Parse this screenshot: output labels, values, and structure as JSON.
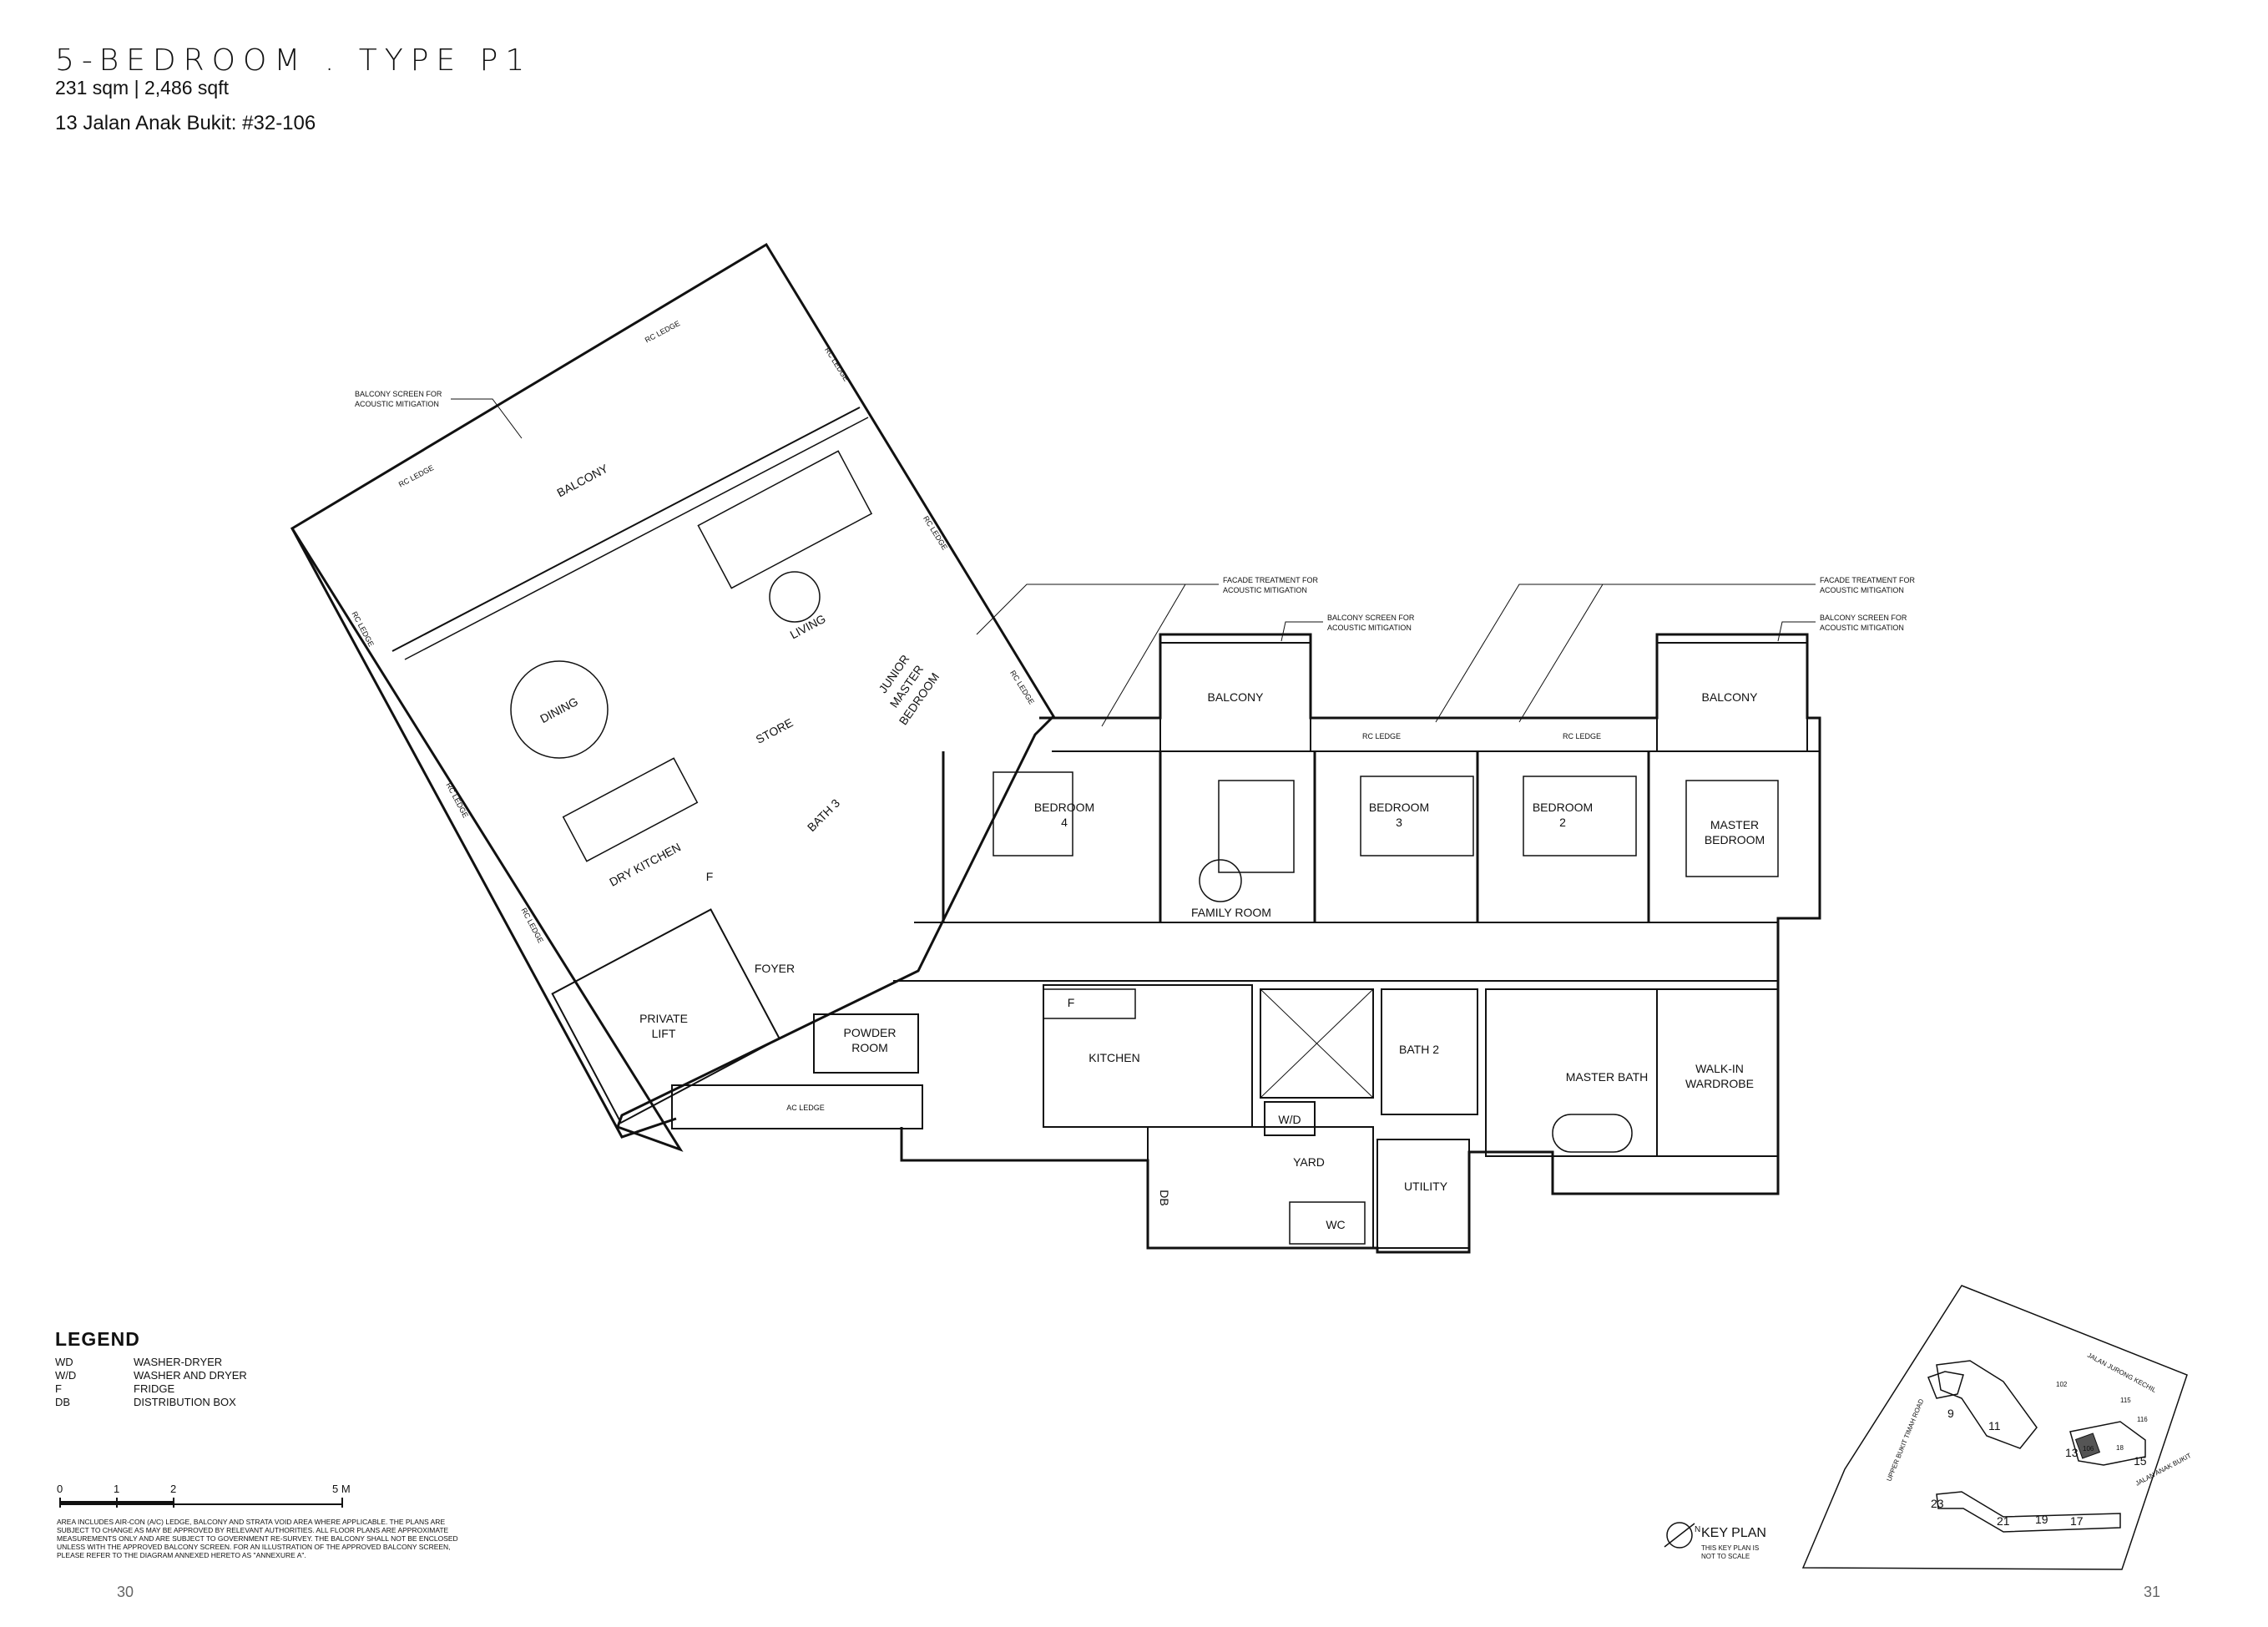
{
  "header": {
    "title": "5-BEDROOM . TYPE P1",
    "area": "231 sqm | 2,486 sqft",
    "address": "13 Jalan Anak Bukit: #32-106"
  },
  "rooms": {
    "balcony_main": "BALCONY",
    "living": "LIVING",
    "dining": "DINING",
    "dry_kitchen": "DRY KITCHEN",
    "store": "STORE",
    "bath3": "BATH 3",
    "junior_master_l1": "JUNIOR",
    "junior_master_l2": "MASTER",
    "junior_master_l3": "BEDROOM",
    "bedroom4_l1": "BEDROOM",
    "bedroom4_l2": "4",
    "balcony_family": "BALCONY",
    "family_room": "FAMILY ROOM",
    "bedroom3_l1": "BEDROOM",
    "bedroom3_l2": "3",
    "bedroom2_l1": "BEDROOM",
    "bedroom2_l2": "2",
    "balcony_master": "BALCONY",
    "master_bedroom_l1": "MASTER",
    "master_bedroom_l2": "BEDROOM",
    "foyer": "FOYER",
    "private_lift_l1": "PRIVATE",
    "private_lift_l2": "LIFT",
    "powder_room_l1": "POWDER",
    "powder_room_l2": "ROOM",
    "kitchen": "KITCHEN",
    "bath2": "BATH 2",
    "master_bath": "MASTER BATH",
    "walk_in_l1": "WALK-IN",
    "walk_in_l2": "WARDROBE",
    "wd": "W/D",
    "yard": "YARD",
    "utility": "UTILITY",
    "wc": "WC",
    "db": "DB",
    "fridge_dry": "F",
    "fridge_kitchen": "F"
  },
  "annotations": {
    "rc_ledge": "RC LEDGE",
    "ac_ledge": "AC LEDGE",
    "balcony_screen_l1": "BALCONY SCREEN FOR",
    "balcony_screen_l2": "ACOUSTIC MITIGATION",
    "facade_l1": "FACADE TREATMENT FOR",
    "facade_l2": "ACOUSTIC MITIGATION"
  },
  "legend": {
    "title": "LEGEND",
    "items": [
      {
        "code": "WD",
        "desc": "WASHER-DRYER"
      },
      {
        "code": "W/D",
        "desc": "WASHER AND DRYER"
      },
      {
        "code": "F",
        "desc": "FRIDGE"
      },
      {
        "code": "DB",
        "desc": "DISTRIBUTION BOX"
      }
    ]
  },
  "scale": {
    "ticks": [
      "0",
      "1",
      "2",
      "5 M"
    ]
  },
  "disclaimer": "AREA INCLUDES AIR-CON (A/C) LEDGE, BALCONY AND STRATA VOID AREA WHERE APPLICABLE. THE PLANS ARE SUBJECT TO CHANGE AS MAY BE APPROVED BY RELEVANT AUTHORITIES. ALL FLOOR PLANS ARE APPROXIMATE MEASUREMENTS ONLY AND ARE SUBJECT TO GOVERNMENT RE-SURVEY. THE BALCONY SHALL NOT BE ENCLOSED UNLESS WITH THE APPROVED BALCONY SCREEN. FOR AN ILLUSTRATION OF THE APPROVED BALCONY SCREEN, PLEASE REFER TO THE DIAGRAM ANNEXED HERETO AS \"ANNEXURE A\".",
  "keyplan": {
    "title": "KEY PLAN",
    "note_l1": "THIS KEY PLAN IS",
    "note_l2": "NOT TO SCALE",
    "north": "N",
    "roads": {
      "jalan_jurong_kechil": "JALAN JURONG KECHIL",
      "upper_bukit_timah": "UPPER BUKIT TIMAH ROAD",
      "jalan_anak_bukit": "JALAN ANAK BUKIT"
    },
    "blocks": [
      "9",
      "11",
      "13",
      "15",
      "17",
      "19",
      "21",
      "23",
      "102",
      "115",
      "116",
      "18"
    ],
    "highlight": "106"
  },
  "pages": {
    "left": "30",
    "right": "31"
  }
}
